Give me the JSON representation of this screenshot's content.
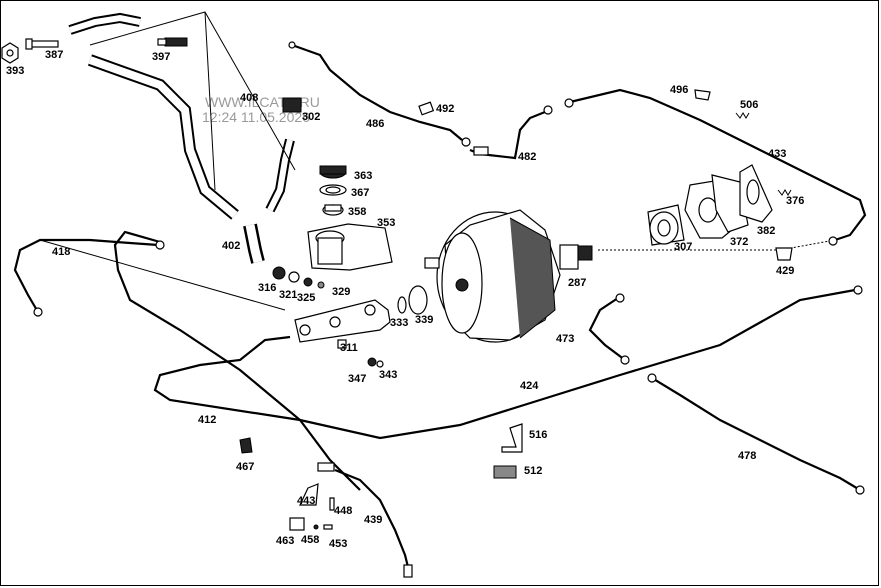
{
  "watermark": {
    "line1": "WWW.ILCATS.RU",
    "line2": "12:24 11.05.2026"
  },
  "labels": {
    "p393": "393",
    "p387": "387",
    "p397": "397",
    "p408": "408",
    "p302": "302",
    "p492": "492",
    "p486": "486",
    "p482": "482",
    "p496": "496",
    "p506": "506",
    "p433": "433",
    "p376": "376",
    "p363": "363",
    "p367": "367",
    "p358": "358",
    "p353": "353",
    "p307": "307",
    "p372": "372",
    "p382": "382",
    "p429": "429",
    "p402": "402",
    "p418": "418",
    "p316": "316",
    "p321": "321",
    "p325": "325",
    "p329": "329",
    "p287": "287",
    "p333": "333",
    "p339": "339",
    "p311": "311",
    "p473": "473",
    "p347": "347",
    "p343": "343",
    "p424": "424",
    "p412": "412",
    "p478": "478",
    "p516": "516",
    "p467": "467",
    "p512": "512",
    "p443": "443",
    "p448": "448",
    "p439": "439",
    "p463": "463",
    "p458": "458",
    "p453": "453"
  }
}
